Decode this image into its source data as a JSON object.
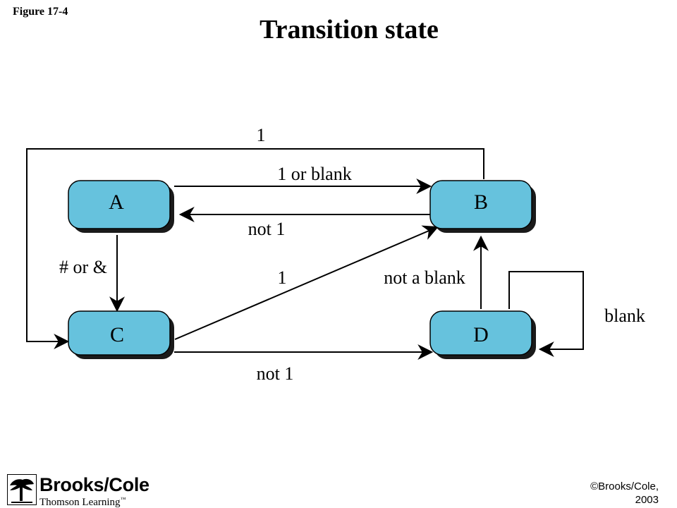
{
  "header": {
    "figure_label": "Figure 17-4",
    "title": "Transition state"
  },
  "diagram": {
    "node_fill": "#66c2dd",
    "node_shadow": "#1a1a1a",
    "states": [
      {
        "id": "A",
        "label": "A"
      },
      {
        "id": "B",
        "label": "B"
      },
      {
        "id": "C",
        "label": "C"
      },
      {
        "id": "D",
        "label": "D"
      }
    ],
    "transitions": [
      {
        "from": "A",
        "to": "B",
        "label": "1 or blank"
      },
      {
        "from": "B",
        "to": "A",
        "label": "not 1"
      },
      {
        "from": "B",
        "to": "C",
        "label": "1"
      },
      {
        "from": "A",
        "to": "C",
        "label": "# or &"
      },
      {
        "from": "C",
        "to": "B",
        "label": "1"
      },
      {
        "from": "D",
        "to": "B",
        "label": "not a blank"
      },
      {
        "from": "D",
        "to": "D",
        "label": "blank"
      },
      {
        "from": "C",
        "to": "D",
        "label": "not 1"
      }
    ]
  },
  "footer": {
    "logo_brand": "Brooks/Cole",
    "logo_sub": "Thomson Learning",
    "logo_tm": "™",
    "copyright_line1": "©Brooks/Cole,",
    "copyright_line2": "2003"
  }
}
